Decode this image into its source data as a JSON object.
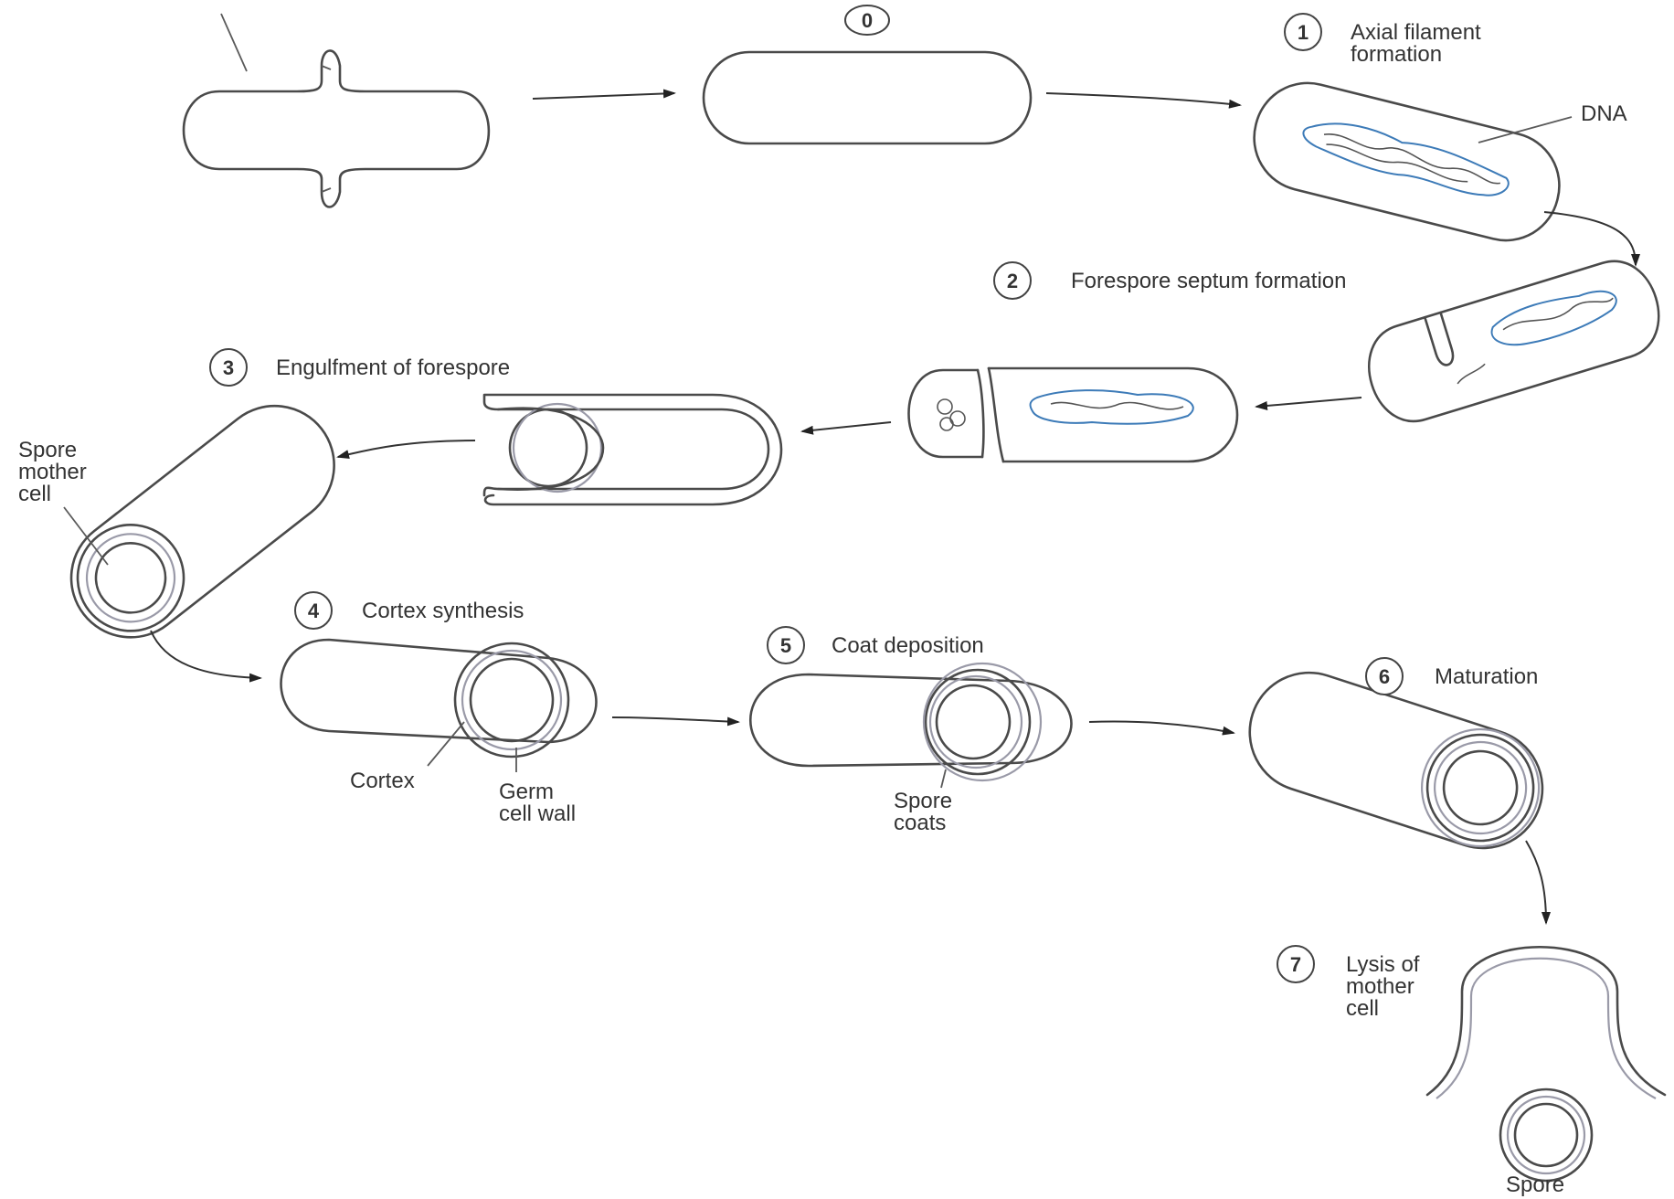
{
  "stages": [
    {
      "number": "0",
      "label": ""
    },
    {
      "number": "1",
      "label_line1": "Axial filament",
      "label_line2": "formation"
    },
    {
      "number": "2",
      "label_line1": "Forespore septum formation"
    },
    {
      "number": "3",
      "label_line1": "Engulfment of forespore"
    },
    {
      "number": "4",
      "label_line1": "Cortex synthesis"
    },
    {
      "number": "5",
      "label_line1": "Coat deposition"
    },
    {
      "number": "6",
      "label_line1": "Maturation"
    },
    {
      "number": "7",
      "label_line1": "Lysis of",
      "label_line2": "mother",
      "label_line3": "cell"
    }
  ],
  "annotations": {
    "dna": "DNA",
    "spore_mother_cell": [
      "Spore",
      "mother",
      "cell"
    ],
    "cortex": "Cortex",
    "germ_cell_wall": [
      "Germ",
      "cell wall"
    ],
    "spore_coats": [
      "Spore",
      "coats"
    ],
    "spore": "Spore"
  }
}
